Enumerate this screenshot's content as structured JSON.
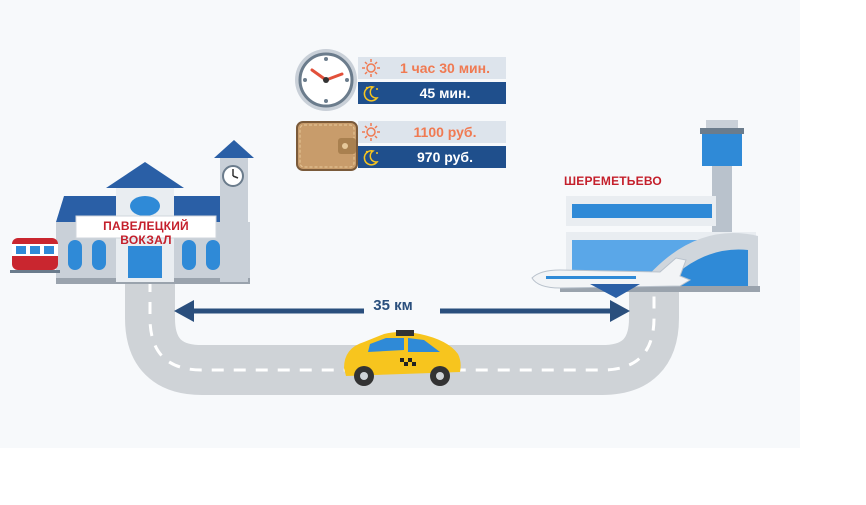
{
  "stations": {
    "origin": "ПАВЕЛЕЦКИЙ ВОКЗАЛ",
    "destination": "ШЕРЕМЕТЬЕВО"
  },
  "distance": "35 км",
  "time": {
    "day": "1 час 30 мин.",
    "night": "45 мин."
  },
  "price": {
    "day": "1100 руб.",
    "night": "970 руб."
  },
  "colors": {
    "day_text": "#f07a52",
    "night_bg": "#1f4f8c",
    "day_bg": "#dde4ec",
    "road": "#cfd3d7",
    "arrow": "#2a4f7d",
    "taxi": "#f7c51e",
    "sign_text": "#c41f2b"
  },
  "icons": [
    "clock-icon",
    "wallet-icon",
    "sun-icon",
    "moon-stars-icon",
    "train-icon",
    "airplane-icon",
    "taxi-icon"
  ]
}
